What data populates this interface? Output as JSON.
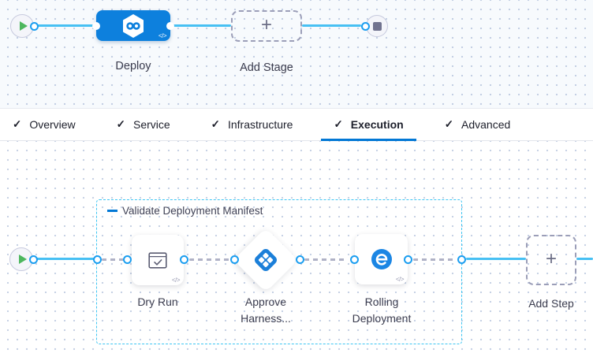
{
  "glyphs": {
    "check": "✓",
    "plus": "+",
    "code": "</>"
  },
  "colors": {
    "accent": "#0278d5",
    "stage_node_blue": "#0d80dd",
    "connector_line_blue": "#47c0f3",
    "group_border_cyan": "#3fc6f3",
    "connector_dash_gray": "#b0b2c6",
    "play_green": "#4db75e"
  },
  "stage_row": {
    "stage": {
      "label": "Deploy",
      "icon": "harness-cd-hexagon-icon"
    },
    "add_stage_label": "Add Stage"
  },
  "tabs": [
    {
      "label": "Overview",
      "checked": true,
      "active": false
    },
    {
      "label": "Service",
      "checked": true,
      "active": false
    },
    {
      "label": "Infrastructure",
      "checked": true,
      "active": false
    },
    {
      "label": "Execution",
      "checked": true,
      "active": true
    },
    {
      "label": "Advanced",
      "checked": true,
      "active": false
    }
  ],
  "execution": {
    "group_title": "Validate Deployment Manifest",
    "steps": [
      {
        "label": "Dry Run",
        "icon": "dry-run-check-window-icon"
      },
      {
        "label": "Approve Harness...",
        "icon": "harness-approval-diamond-icon"
      },
      {
        "label": "Rolling Deployment",
        "icon": "rolling-deployment-icon"
      }
    ],
    "add_step_label": "Add Step"
  }
}
